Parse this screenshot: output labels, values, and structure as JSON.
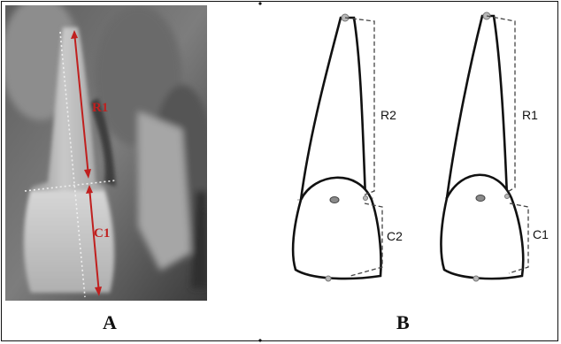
{
  "panels": {
    "a": {
      "letter": "A",
      "labels": {
        "root": "R1",
        "crown": "C1"
      }
    },
    "b": {
      "letter": "B",
      "left_tooth": {
        "root_label": "R2",
        "crown_label": "C2"
      },
      "right_tooth": {
        "root_label": "R1",
        "crown_label": "C1"
      }
    }
  },
  "colors": {
    "measurement": "#c0201f",
    "outline": "#111111",
    "guide": "#9a9a9a"
  }
}
